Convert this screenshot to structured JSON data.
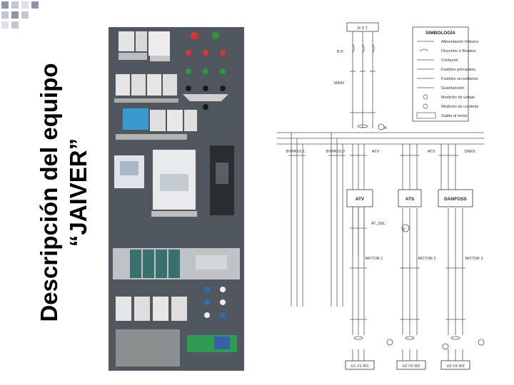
{
  "slide": {
    "title_line1": "Descripción del equipo",
    "title_line2": "“JAIVER”"
  },
  "panel": {
    "description": "photo of electrical control panel with breakers, contactors, drives and terminal blocks"
  },
  "diagram": {
    "supply_label": "R  S  T",
    "breaker_label": "B.P.",
    "main_label": "MAIN",
    "branch_labels": [
      "BYPASS 1",
      "BYPASS 2",
      "ATV",
      "ATS",
      "DNFS"
    ],
    "drive_labels": [
      "ATV",
      "ATS",
      "DANFOSS"
    ],
    "atv_sel_label": "AT_SEL",
    "motor_labels": [
      "MOTOR 1",
      "MOTOR 2",
      "MOTOR 3"
    ],
    "output_labels": [
      "U1 V1 W1",
      "U2 V2 W2",
      "U3 V3 W3"
    ],
    "legend": {
      "title": "SIMBOLOGÍA",
      "items": [
        "Alimentación trifásica",
        "Disyuntor o Breaker",
        "Contactor",
        "Fusibles principales",
        "Fusibles secundarios",
        "Guardamotor",
        "Medición de voltaje",
        "Medición de corriente",
        "Salida al motor"
      ]
    }
  },
  "colors": {
    "background": "#ffffff",
    "panel": "#4e555c",
    "deco_squares": [
      "#9aa1b5",
      "#c9ccd6"
    ]
  }
}
